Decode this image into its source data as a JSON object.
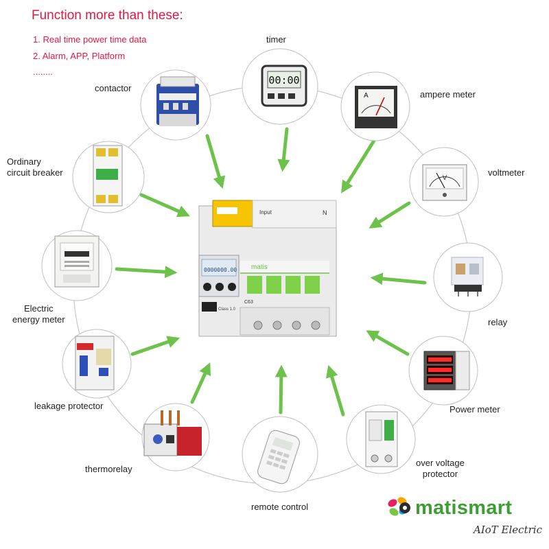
{
  "headline": "Function more than these:",
  "features": [
    "1. Real time power time data",
    "2. Alarm, APP, Platform",
    "........"
  ],
  "devices": {
    "timer": {
      "label": "timer"
    },
    "ampere_meter": {
      "label": "ampere meter"
    },
    "voltmeter": {
      "label": "voltmeter"
    },
    "relay": {
      "label": "relay"
    },
    "power_meter": {
      "label": "Power meter"
    },
    "over_voltage_protector": {
      "line1": "over voltage",
      "line2": "protector"
    },
    "remote_control": {
      "label": "remote control"
    },
    "thermorelay": {
      "label": "thermorelay"
    },
    "leakage_protector": {
      "label": "leakage protector"
    },
    "electric_energy_meter": {
      "line1": "Electric",
      "line2": "energy meter"
    },
    "ordinary_circuit_breaker": {
      "line1": "Ordinary",
      "line2": "circuit breaker"
    },
    "contactor": {
      "label": "contactor"
    }
  },
  "center_device": {
    "input_label": "Input",
    "neutral_label": "N",
    "brand": "matis",
    "display_value": "0000000.00",
    "rating": "C63",
    "class_label": "Class 1.0"
  },
  "brand": {
    "name": "matismart",
    "tagline": "AIoT Electric"
  },
  "colors": {
    "accent_red": "#e5173f",
    "arrow_green": "#6cc24a",
    "brand_green": "#3f9e33",
    "ring_gray": "#c8c8c8"
  }
}
